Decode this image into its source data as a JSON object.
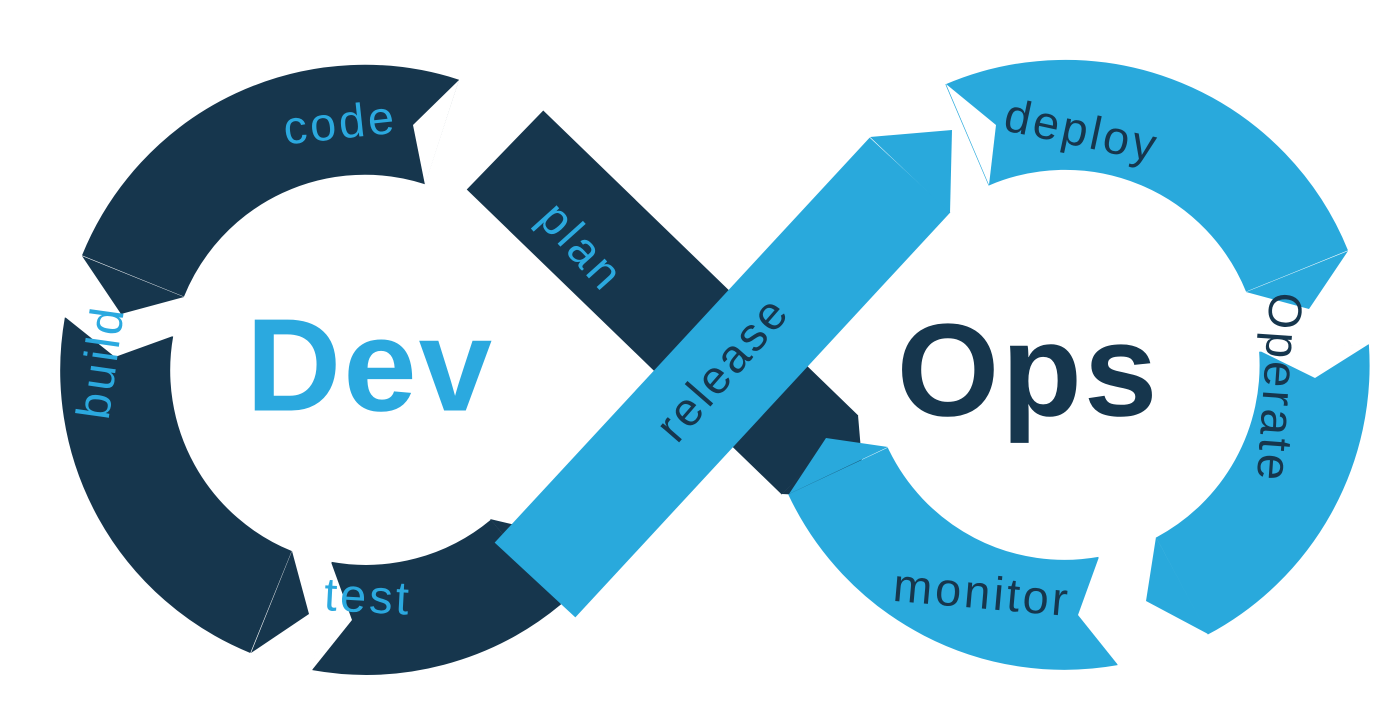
{
  "diagram": {
    "name": "DevOps infinity loop",
    "dev": "Dev",
    "ops": "Ops",
    "stages": {
      "plan": "plan",
      "code": "code",
      "build": "build",
      "test": "test",
      "release": "release",
      "deploy": "deploy",
      "operate": "Operate",
      "monitor": "monitor"
    },
    "colors": {
      "navy": "#16364D",
      "blue": "#29A9DC",
      "background": "#FFFFFF"
    }
  }
}
